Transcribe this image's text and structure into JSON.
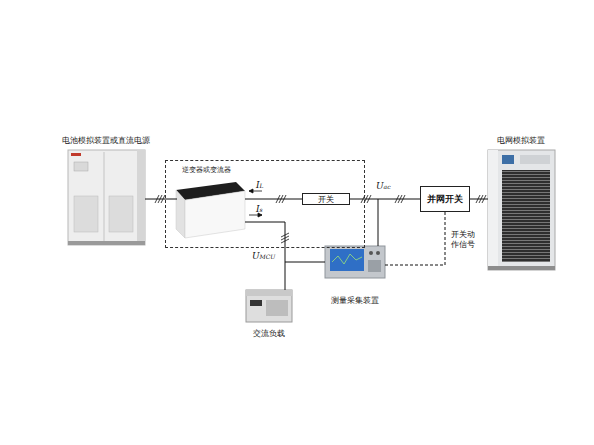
{
  "diagram": {
    "nodes": [
      {
        "text": [
          "电池模拟装置或直流电源"
        ]
      },
      {
        "text": [
          "逆变器或变流器"
        ]
      },
      {
        "text": [
          "开关"
        ]
      },
      {
        "text": [
          "并网开关"
        ]
      },
      {
        "text": [
          "电网模拟装置"
        ]
      },
      {
        "text": [
          "测量采集装置"
        ]
      },
      {
        "text": [
          "交流负载"
        ]
      }
    ],
    "edges": [
      {
        "from": 0,
        "to": 1,
        "arrow": "none"
      },
      {
        "from": 1,
        "to": 2,
        "arrow": "none"
      },
      {
        "from": 2,
        "to": 3,
        "arrow": "none"
      },
      {
        "from": 3,
        "to": 4,
        "arrow": "none"
      },
      {
        "from": 1,
        "to": 6,
        "arrow": "none"
      },
      {
        "from": 3,
        "to": 5,
        "label": "开关动作信号",
        "arrow": "none"
      }
    ],
    "labels": [
      "IL",
      "Is",
      "Uac",
      "UMCU"
    ]
  }
}
